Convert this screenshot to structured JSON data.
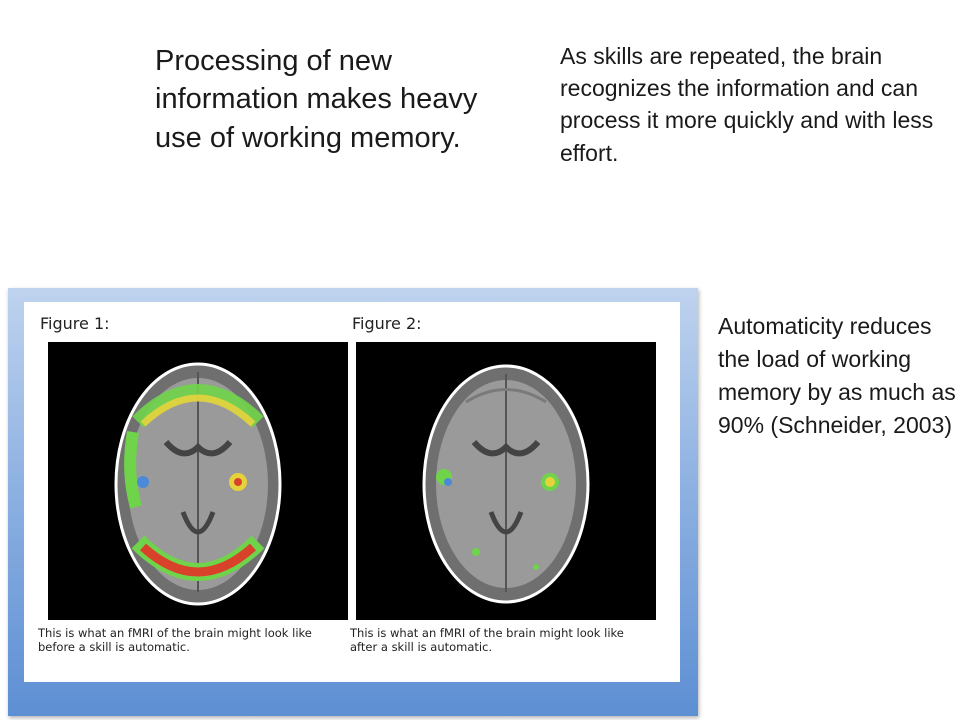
{
  "slide": {
    "left_text": "Processing of new information makes heavy use of working memory.",
    "right_text": "As skills are repeated, the brain recognizes the information and can process it more quickly and with less effort.",
    "automaticity_text": "Automaticity reduces the load of working memory by as much as 90% (Schneider, 2003)"
  },
  "figure1": {
    "title": "Figure 1:",
    "caption": "This is what an fMRI of the brain might look like before a skill is automatic."
  },
  "figure2": {
    "title": "Figure 2:",
    "caption": "This is what an fMRI of the brain might look like after a skill is automatic."
  }
}
